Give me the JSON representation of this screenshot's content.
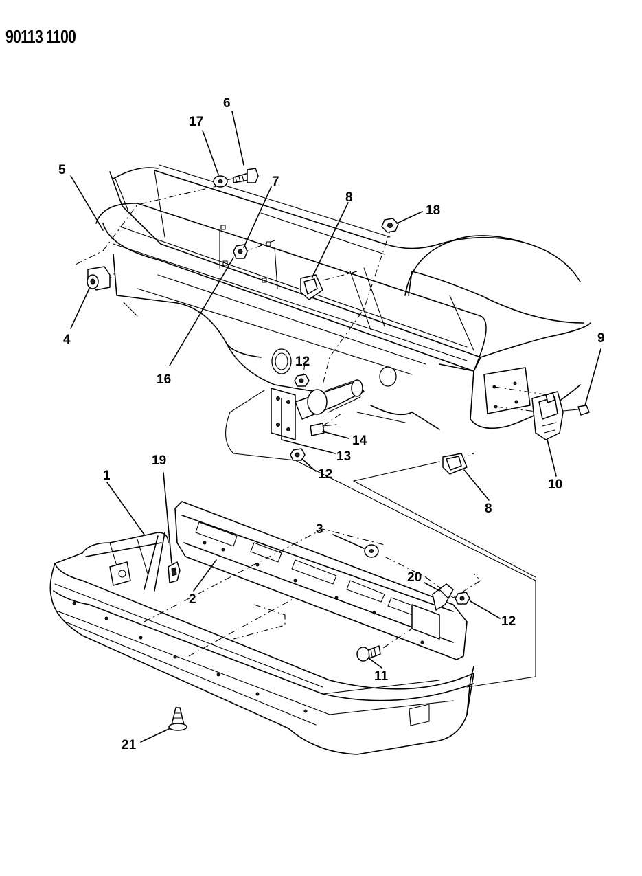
{
  "document": {
    "number": "90113 1100"
  },
  "callouts": [
    {
      "id": "c1",
      "text": "1"
    },
    {
      "id": "c2",
      "text": "2"
    },
    {
      "id": "c3",
      "text": "3"
    },
    {
      "id": "c4",
      "text": "4"
    },
    {
      "id": "c5",
      "text": "5"
    },
    {
      "id": "c6",
      "text": "6"
    },
    {
      "id": "c7",
      "text": "7"
    },
    {
      "id": "c8a",
      "text": "8"
    },
    {
      "id": "c8b",
      "text": "8"
    },
    {
      "id": "c9",
      "text": "9"
    },
    {
      "id": "c10",
      "text": "10"
    },
    {
      "id": "c11",
      "text": "11"
    },
    {
      "id": "c12a",
      "text": "12"
    },
    {
      "id": "c12b",
      "text": "12"
    },
    {
      "id": "c12c",
      "text": "12"
    },
    {
      "id": "c13",
      "text": "13"
    },
    {
      "id": "c14",
      "text": "14"
    },
    {
      "id": "c16",
      "text": "16"
    },
    {
      "id": "c17",
      "text": "17"
    },
    {
      "id": "c18",
      "text": "18"
    },
    {
      "id": "c19",
      "text": "19"
    },
    {
      "id": "c20",
      "text": "20"
    },
    {
      "id": "c21",
      "text": "21"
    }
  ]
}
